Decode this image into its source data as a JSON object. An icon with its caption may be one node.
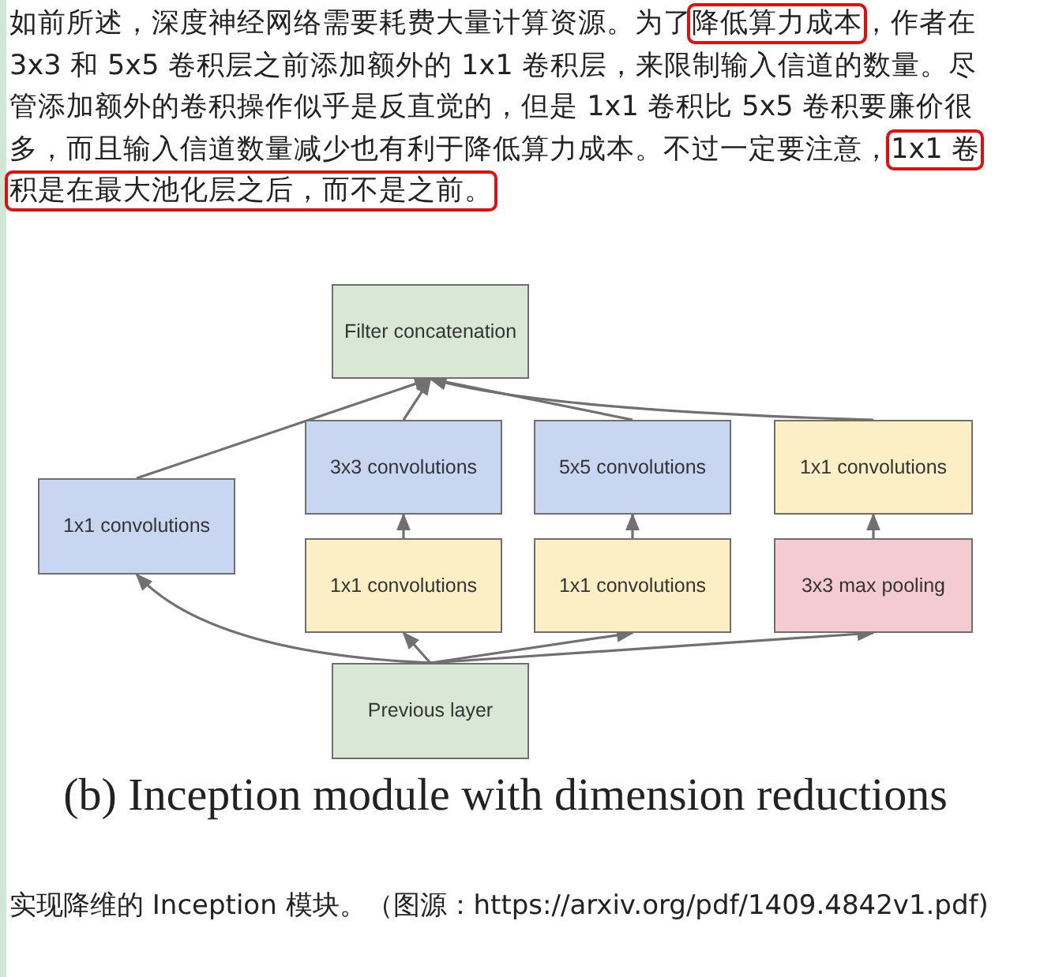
{
  "diagram": {
    "caption": "(b) Inception module with dimension reductions",
    "nodes": [
      {
        "text": [
          "Filter concatenation"
        ]
      },
      {
        "text": [
          "3x3 convolutions"
        ]
      },
      {
        "text": [
          "5x5 convolutions"
        ]
      },
      {
        "text": [
          "1x1 convolutions"
        ]
      },
      {
        "text": [
          "1x1 convolutions"
        ]
      },
      {
        "text": [
          "1x1 convolutions"
        ]
      },
      {
        "text": [
          "1x1 convolutions"
        ]
      },
      {
        "text": [
          "3x3 max pooling"
        ]
      },
      {
        "text": [
          "Previous layer"
        ]
      }
    ],
    "edges": [
      {
        "from": 4,
        "to": 0,
        "arrow": "to"
      },
      {
        "from": 1,
        "to": 0,
        "arrow": "to"
      },
      {
        "from": 2,
        "to": 0,
        "arrow": "to"
      },
      {
        "from": 3,
        "to": 0,
        "arrow": "to"
      },
      {
        "from": 5,
        "to": 1,
        "arrow": "to"
      },
      {
        "from": 6,
        "to": 2,
        "arrow": "to"
      },
      {
        "from": 7,
        "to": 3,
        "arrow": "to"
      },
      {
        "from": 8,
        "to": 4,
        "arrow": "to"
      },
      {
        "from": 8,
        "to": 5,
        "arrow": "to"
      },
      {
        "from": 8,
        "to": 6,
        "arrow": "to"
      },
      {
        "from": 8,
        "to": 7,
        "arrow": "to"
      }
    ],
    "labels": [
      "如前所述，深度神经网络需要耗费大量计算资源。为了",
      "降低算力成本",
      "，作者在 3x3 和 5x5 卷积层之前添加额外的 1x1 卷积层，来限制输入信道的数量。尽管添加额外的卷积操作似乎是反直觉的，但是 1x1 卷积比 5x5 卷积要廉价很多，而且输入信道数量减少也有利于降低算力成本。不过一定要注意，",
      "1x1 卷积是在最大池化层之后，而不是之前。",
      "实现降维的 Inception 模块。（图源：https://arxiv.org/pdf/1409.4842v1.pdf)"
    ]
  }
}
